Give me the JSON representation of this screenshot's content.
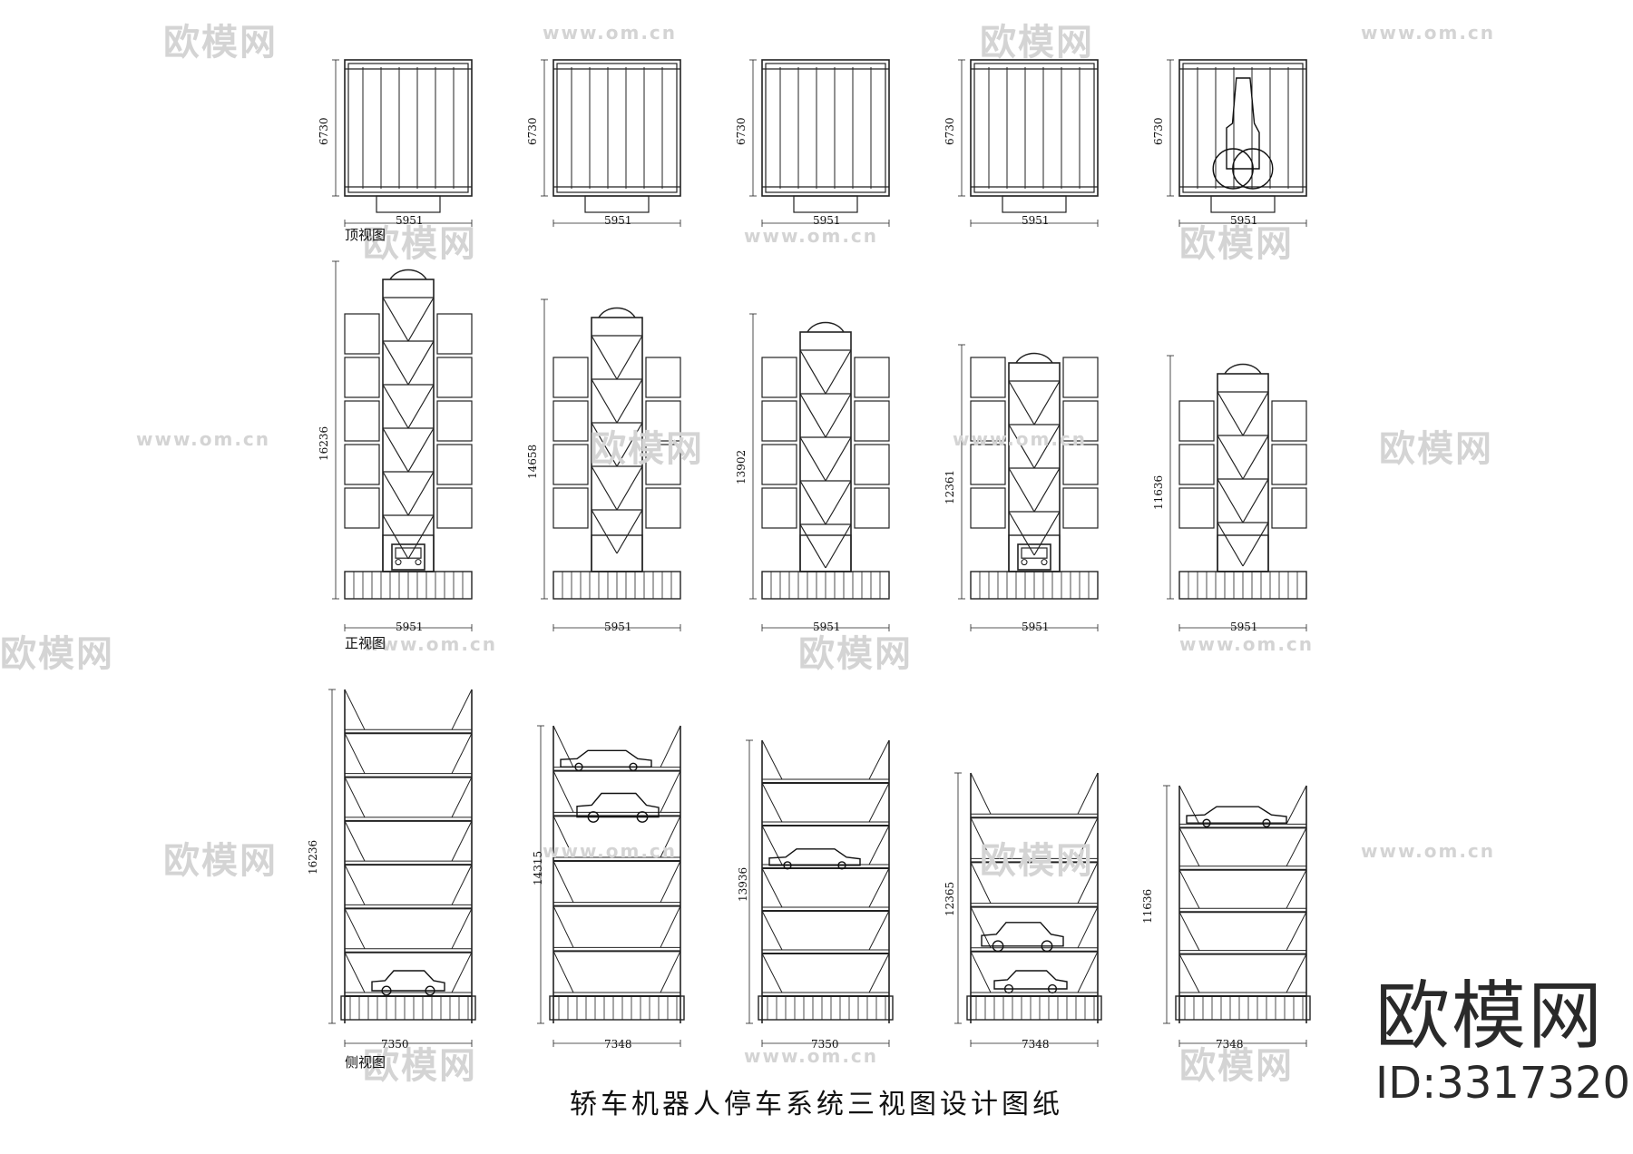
{
  "view_labels": {
    "top": "顶视图",
    "front": "正视图",
    "side": "侧视图"
  },
  "columns": [
    {
      "top_width": "5951",
      "top_depth": "6730",
      "front_width": "5951",
      "front_height": "16236",
      "side_width": "7350",
      "side_height": "16236",
      "front_levels": 5,
      "side_levels": 7
    },
    {
      "top_width": "5951",
      "top_depth": "6730",
      "front_width": "5951",
      "front_height": "14658",
      "side_width": "7348",
      "side_height": "14315",
      "front_levels": 4,
      "side_levels": 6
    },
    {
      "top_width": "5951",
      "top_depth": "6730",
      "front_width": "5951",
      "front_height": "13902",
      "side_width": "7350",
      "side_height": "13936",
      "front_levels": 4,
      "side_levels": 6
    },
    {
      "top_width": "5951",
      "top_depth": "6730",
      "front_width": "5951",
      "front_height": "12361",
      "side_width": "7348",
      "side_height": "12365",
      "front_levels": 4,
      "side_levels": 5
    },
    {
      "top_width": "5951",
      "top_depth": "6730",
      "front_width": "5951",
      "front_height": "11636",
      "side_width": "7348",
      "side_height": "11636",
      "front_levels": 3,
      "side_levels": 5
    }
  ],
  "caption": "轿车机器人停车系统三视图设计图纸",
  "brand": {
    "name": "欧模网",
    "id": "ID:3317320"
  },
  "watermark": {
    "logo": "欧模网",
    "url": "www.om.cn"
  }
}
